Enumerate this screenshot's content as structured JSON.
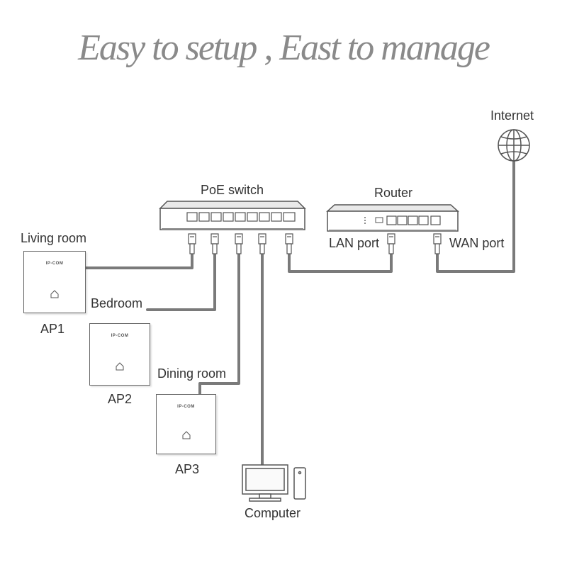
{
  "title": "Easy to setup , East to manage",
  "labels": {
    "internet": "Internet",
    "poe_switch": "PoE switch",
    "router": "Router",
    "lan_port": "LAN port",
    "wan_port": "WAN port",
    "computer": "Computer"
  },
  "access_points": [
    {
      "room": "Living room",
      "name": "AP1",
      "brand": "IP-COM"
    },
    {
      "room": "Bedroom",
      "name": "AP2",
      "brand": "IP-COM"
    },
    {
      "room": "Dining room",
      "name": "AP3",
      "brand": "IP-COM"
    }
  ],
  "colors": {
    "cable": "#7a7a7a",
    "device_fill": "#ffffff",
    "device_stroke": "#555555",
    "title": "#8a8a8a"
  }
}
